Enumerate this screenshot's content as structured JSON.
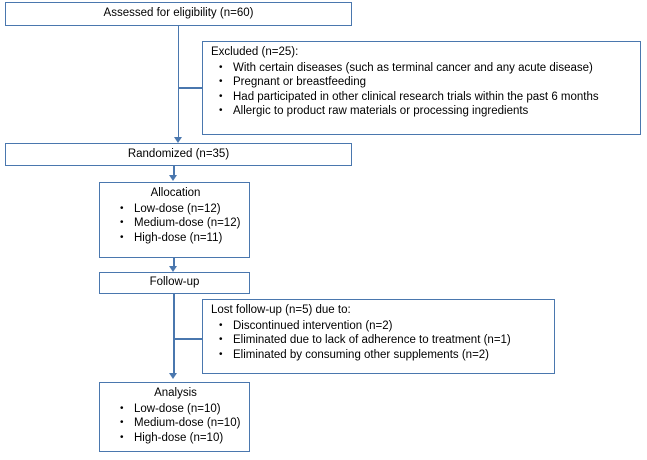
{
  "diagram": {
    "type": "CONSORT participant flow diagram",
    "nodes": {
      "assessed": {
        "text": "Assessed for eligibility (n=60)"
      },
      "excluded": {
        "header": "Excluded (n=25):",
        "items": [
          "With certain diseases (such as terminal cancer and any acute disease)",
          "Pregnant or breastfeeding",
          "Had participated in other clinical research trials within the past 6 months",
          "Allergic to product raw materials or processing ingredients"
        ]
      },
      "randomized": {
        "text": "Randomized (n=35)"
      },
      "allocation": {
        "title": "Allocation",
        "items": [
          "Low-dose (n=12)",
          "Medium-dose (n=12)",
          "High-dose (n=11)"
        ]
      },
      "followup": {
        "text": "Follow-up"
      },
      "lost": {
        "header": "Lost follow-up (n=5) due to:",
        "items": [
          "Discontinued intervention (n=2)",
          "Eliminated due to lack of adherence to treatment (n=1)",
          "Eliminated by consuming other supplements (n=2)"
        ]
      },
      "analysis": {
        "title": "Analysis",
        "items": [
          "Low-dose (n=10)",
          "Medium-dose (n=10)",
          "High-dose (n=10)"
        ]
      }
    },
    "colors": {
      "border": "#4a77ae",
      "background": "#ffffff",
      "text": "#000000"
    }
  }
}
